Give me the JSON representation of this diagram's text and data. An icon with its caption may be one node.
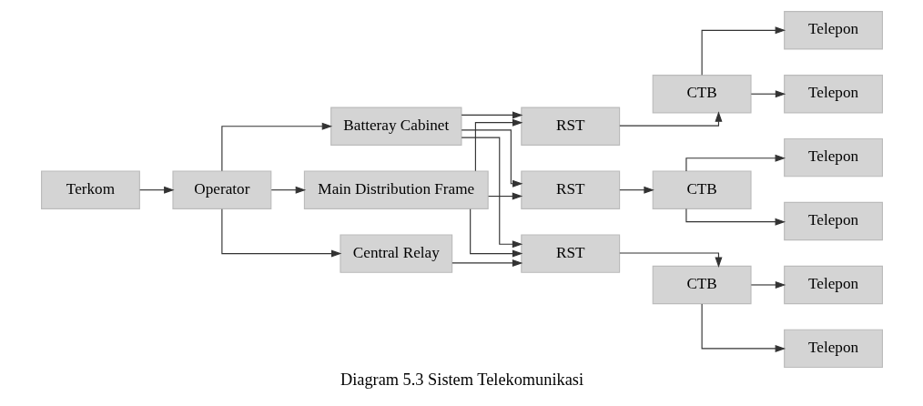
{
  "diagram": {
    "caption": "Diagram 5.3 Sistem Telekomunikasi",
    "nodes": [
      {
        "text": [
          "Terkom"
        ]
      },
      {
        "text": [
          "Operator"
        ]
      },
      {
        "text": [
          "Main Distribution Frame"
        ]
      },
      {
        "text": [
          "Central Relay"
        ]
      },
      {
        "text": [
          "Batteray Cabinet"
        ]
      },
      {
        "text": [
          "RST"
        ]
      },
      {
        "text": [
          "RST"
        ]
      },
      {
        "text": [
          "RST"
        ]
      },
      {
        "text": [
          "CTB"
        ]
      },
      {
        "text": [
          "CTB"
        ]
      },
      {
        "text": [
          "CTB"
        ]
      },
      {
        "text": [
          "Telepon"
        ]
      },
      {
        "text": [
          "Telepon"
        ]
      },
      {
        "text": [
          "Telepon"
        ]
      },
      {
        "text": [
          "Telepon"
        ]
      },
      {
        "text": [
          "Telepon"
        ]
      },
      {
        "text": [
          "Telepon"
        ]
      }
    ],
    "edges": [
      {
        "from": 0,
        "to": 1,
        "arrow": "to"
      },
      {
        "from": 1,
        "to": 2,
        "arrow": "to"
      },
      {
        "from": 1,
        "to": 3,
        "arrow": "to"
      },
      {
        "from": 1,
        "to": 4,
        "arrow": "to"
      },
      {
        "from": 2,
        "to": 5,
        "arrow": "to"
      },
      {
        "from": 2,
        "to": 6,
        "arrow": "to"
      },
      {
        "from": 2,
        "to": 7,
        "arrow": "to"
      },
      {
        "from": 3,
        "to": 6,
        "arrow": "to"
      },
      {
        "from": 4,
        "to": 5,
        "arrow": "to"
      },
      {
        "from": 4,
        "to": 6,
        "arrow": "to"
      },
      {
        "from": 4,
        "to": 7,
        "arrow": "to"
      },
      {
        "from": 5,
        "to": 8,
        "arrow": "to"
      },
      {
        "from": 6,
        "to": 9,
        "arrow": "to"
      },
      {
        "from": 7,
        "to": 10,
        "arrow": "to"
      },
      {
        "from": 8,
        "to": 11,
        "arrow": "to"
      },
      {
        "from": 8,
        "to": 12,
        "arrow": "to"
      },
      {
        "from": 9,
        "to": 13,
        "arrow": "to"
      },
      {
        "from": 9,
        "to": 14,
        "arrow": "to"
      },
      {
        "from": 10,
        "to": 15,
        "arrow": "to"
      },
      {
        "from": 10,
        "to": 16,
        "arrow": "to"
      }
    ]
  }
}
